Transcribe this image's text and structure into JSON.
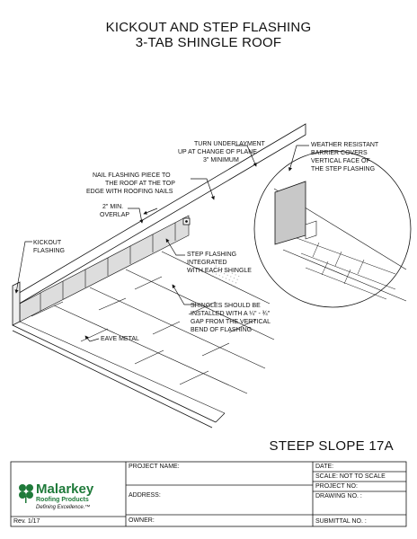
{
  "title": {
    "line1": "KICKOUT AND STEP FLASHING",
    "line2": "3-TAB SHINGLE ROOF"
  },
  "callouts": {
    "underlayment": [
      "TURN UNDERLAYMENT",
      "UP AT CHANGE OF PLANE",
      "3\" MINIMUM"
    ],
    "nail": [
      "NAIL FLASHING PIECE TO",
      "THE ROOF AT THE TOP",
      "EDGE WITH ROOFING NAILS"
    ],
    "overlap": [
      "2\" MIN.",
      "OVERLAP"
    ],
    "kickout": [
      "KICKOUT",
      "FLASHING"
    ],
    "step": [
      "STEP FLASHING",
      "INTEGRATED",
      "WITH EACH SHINGLE"
    ],
    "shingles": [
      "SHINGLES SHOULD BE",
      "INSTALLED WITH A ¼\" - ¾\"",
      "GAP FROM THE VERTICAL",
      "BEND OF FLASHING"
    ],
    "eave": "EAVE METAL",
    "barrier": [
      "WEATHER RESISTANT",
      "BARRIER COVERS",
      "VERTICAL FACE OF",
      "THE STEP FLASHING"
    ]
  },
  "sheet_label": "STEEP SLOPE 17A",
  "title_block": {
    "project_name": "PROJECT NAME:",
    "address": "ADDRESS:",
    "owner": "OWNER:",
    "date": "DATE:",
    "scale": "SCALE:  NOT TO SCALE",
    "project_no": "PROJECT NO:",
    "drawing_no": "DRAWING NO. :",
    "submittal_no": "SUBMITTAL NO. :",
    "revision": "Rev. 1/17"
  },
  "logo": {
    "name": "Malarkey",
    "sub": "Roofing Products",
    "tagline": "Defining Excellence.™",
    "color": "#1f7a3a"
  }
}
